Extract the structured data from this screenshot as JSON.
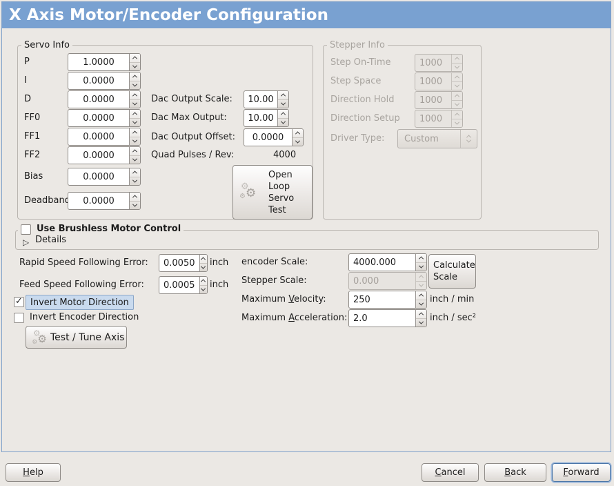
{
  "title": "X Axis Motor/Encoder Configuration",
  "servo_info": {
    "legend": "Servo Info",
    "pid_rows": [
      {
        "label": "P",
        "value": "1.0000"
      },
      {
        "label": "I",
        "value": "0.0000"
      },
      {
        "label": "D",
        "value": "0.0000"
      },
      {
        "label": "FF0",
        "value": "0.0000"
      },
      {
        "label": "FF1",
        "value": "0.0000"
      },
      {
        "label": "FF2",
        "value": "0.0000"
      },
      {
        "label": "Bias",
        "value": "0.0000"
      },
      {
        "label": "Deadband",
        "value": "0.0000"
      }
    ],
    "dac_output_scale": {
      "label": "Dac Output Scale:",
      "value": "10.00"
    },
    "dac_max_output": {
      "label": "Dac Max Output:",
      "value": "10.00"
    },
    "dac_output_offset": {
      "label": "Dac Output Offset:",
      "value": "0.0000"
    },
    "quad_pulses": {
      "label": "Quad Pulses / Rev:",
      "value": "4000"
    },
    "open_loop_button_label": "Open\nLoop\nServo\nTest"
  },
  "stepper_info": {
    "legend": "Stepper Info",
    "disabled": true,
    "rows": [
      {
        "label": "Step On-Time",
        "value": "1000"
      },
      {
        "label": "Step Space",
        "value": "1000"
      },
      {
        "label": "Direction Hold",
        "value": "1000"
      },
      {
        "label": "Direction Setup",
        "value": "1000"
      }
    ],
    "driver_type": {
      "label": "Driver Type:",
      "value": "Custom"
    }
  },
  "brushless": {
    "checkbox_label": "Use Brushless Motor Control",
    "checked": false,
    "details_label": "Details",
    "expanded": false
  },
  "following_error": {
    "rapid": {
      "label": "Rapid Speed Following Error:",
      "value": "0.0050",
      "unit": "inch"
    },
    "feed": {
      "label": "Feed Speed Following Error:",
      "value": "0.0005",
      "unit": "inch"
    }
  },
  "scales": {
    "encoder": {
      "label": "encoder Scale:",
      "value": "4000.000"
    },
    "stepper": {
      "label": "Stepper Scale:",
      "value": "0.000",
      "disabled": true
    },
    "calculate_button_label": "Calculate Scale",
    "velocity": {
      "label": "Maximum Velocity:",
      "value": "250",
      "unit": "inch / min",
      "mnemonic": "V"
    },
    "acceleration": {
      "label": "Maximum Acceleration:",
      "value": "2.0",
      "unit": "inch / sec²",
      "mnemonic": "A"
    }
  },
  "direction_options": {
    "invert_motor": {
      "label": "Invert Motor Direction",
      "checked": true,
      "highlighted": true
    },
    "invert_encoder": {
      "label": "Invert Encoder Direction",
      "checked": false
    }
  },
  "test_tune_button_label": "Test / Tune Axis",
  "footer": {
    "help": {
      "label": "Help",
      "mnemonic": "H"
    },
    "cancel": {
      "label": "Cancel",
      "mnemonic": "C"
    },
    "back": {
      "label": "Back",
      "mnemonic": "B"
    },
    "forward": {
      "label": "Forward",
      "mnemonic": "F",
      "focused": true
    }
  },
  "icons": {
    "open_loop_button": "gears-icon",
    "test_tune_button": "gears-icon",
    "details": "triangle-right-expander-icon"
  },
  "colors": {
    "titlebar": "#79a1d1",
    "window_border": "#7d9fc9",
    "selection_highlight": "#c9daee",
    "background": "#ebe8e4"
  }
}
